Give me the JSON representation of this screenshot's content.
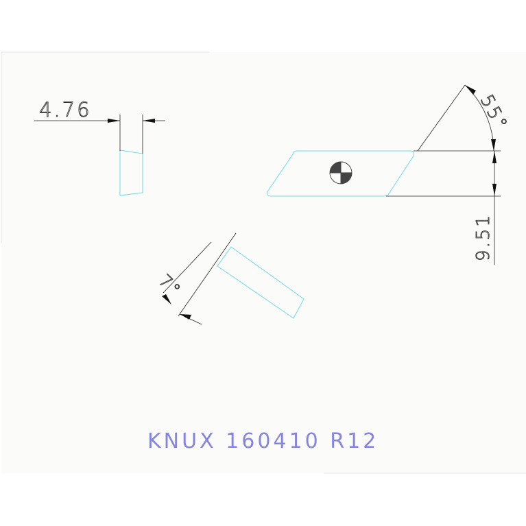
{
  "drawing": {
    "colors": {
      "background": "#ffffff",
      "paper": "#fbfcf9",
      "insert_outline": "#6fd9e8",
      "dimension_line": "#222222",
      "title": "#8585e0"
    },
    "dimensions": {
      "thickness": "4.76",
      "insert_angle": "55°",
      "inscribed_circle": "9.51",
      "clearance_angle": "7°"
    },
    "title": "KNUX 160410 R12"
  }
}
